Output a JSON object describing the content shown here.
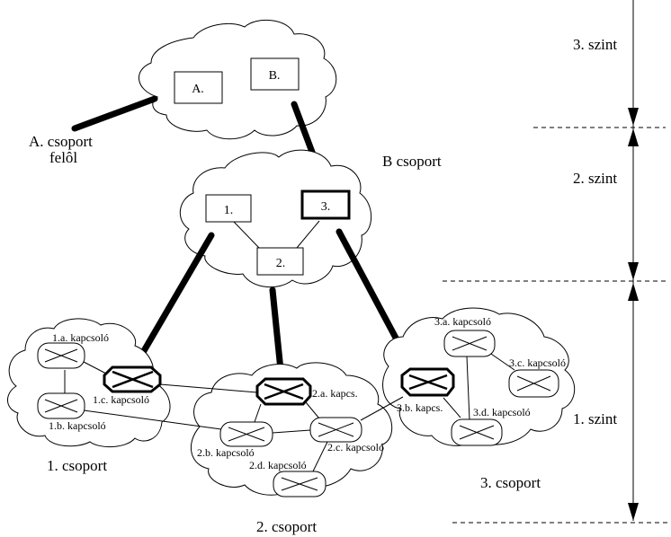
{
  "diagram": {
    "level3": {
      "nodes": [
        {
          "id": "A",
          "label": "A."
        },
        {
          "id": "B",
          "label": "B."
        }
      ],
      "incoming_label_line1": "A. csoport",
      "incoming_label_line2": "felôl"
    },
    "level2": {
      "group_label": "B csoport",
      "nodes": [
        {
          "id": "1",
          "label": "1."
        },
        {
          "id": "2",
          "label": "2."
        },
        {
          "id": "3",
          "label": "3."
        }
      ]
    },
    "groups": [
      {
        "label": "1. csoport",
        "switches": [
          {
            "id": "1a",
            "label": "1.a. kapcsoló"
          },
          {
            "id": "1b",
            "label": "1.b. kapcsoló"
          },
          {
            "id": "1c",
            "label": "1.c. kapcsoló",
            "border_router": true
          }
        ]
      },
      {
        "label": "2. csoport",
        "switches": [
          {
            "id": "2a",
            "label": "2.a. kapcs.",
            "border_router": true
          },
          {
            "id": "2b",
            "label": "2.b. kapcsoló"
          },
          {
            "id": "2c",
            "label": "2.c. kapcsoló"
          },
          {
            "id": "2d",
            "label": "2.d. kapcsoló"
          }
        ]
      },
      {
        "label": "3. csoport",
        "switches": [
          {
            "id": "3a",
            "label": "3.a. kapcsoló"
          },
          {
            "id": "3b",
            "label": "3.b. kapcs.",
            "border_router": true
          },
          {
            "id": "3c",
            "label": "3.c. kapcsoló"
          },
          {
            "id": "3d",
            "label": "3.d. kapcsoló"
          }
        ]
      }
    ],
    "levels": [
      {
        "label": "3. szint"
      },
      {
        "label": "2. szint"
      },
      {
        "label": "1. szint"
      }
    ]
  }
}
